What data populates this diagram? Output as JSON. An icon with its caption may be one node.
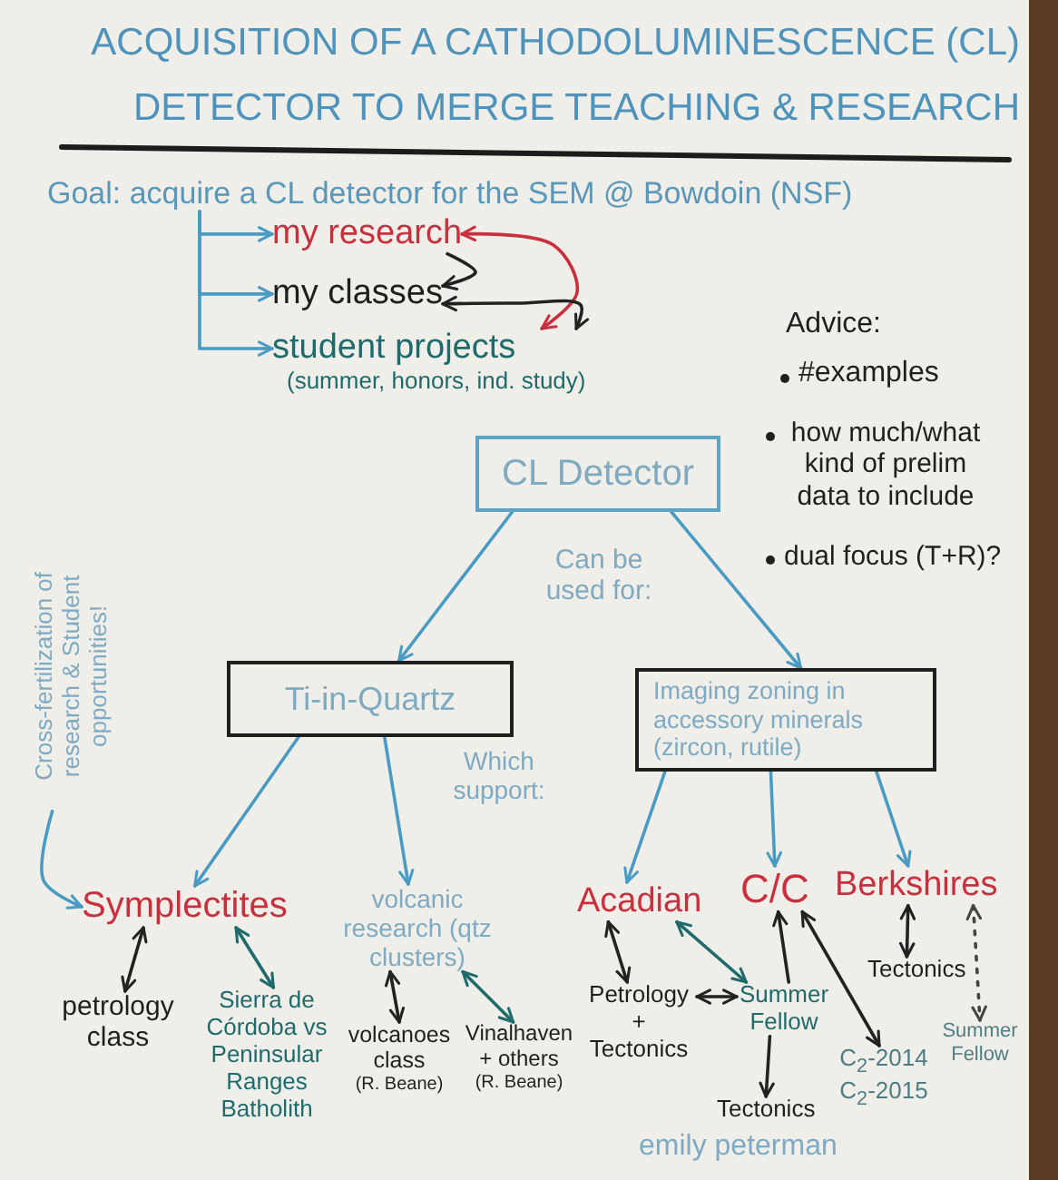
{
  "diagram": {
    "title": "ACQUISITION OF A CATHODOLUMINESCENCE (CL) DETECTOR TO MERGE TEACHING & RESEARCH",
    "nodes": [
      {
        "text": [
          "Goal: acquire a CL detector for the SEM @ Bowdoin (NSF)"
        ]
      },
      {
        "text": [
          "my research"
        ]
      },
      {
        "text": [
          "my classes"
        ]
      },
      {
        "text": [
          "student projects",
          "(summer, honors, ind. study)"
        ]
      },
      {
        "text": [
          "CL Detector"
        ]
      },
      {
        "text": [
          "Ti-in-Quartz"
        ]
      },
      {
        "text": [
          "Imaging zoning in accessory minerals (zircon, rutile)"
        ]
      },
      {
        "text": [
          "Symplectites"
        ]
      },
      {
        "text": [
          "volcanic research (qtz clusters)"
        ]
      },
      {
        "text": [
          "Acadian"
        ]
      },
      {
        "text": [
          "C/C"
        ]
      },
      {
        "text": [
          "Berkshires"
        ]
      },
      {
        "text": [
          "petrology class"
        ]
      },
      {
        "text": [
          "Sierra de Córdoba vs Peninsular Ranges Batholith"
        ]
      },
      {
        "text": [
          "volcanoes class",
          "(R. Beane)"
        ]
      },
      {
        "text": [
          "Vinalhaven + others",
          "(R. Beane)"
        ]
      },
      {
        "text": [
          "Petrology + Tectonics"
        ]
      },
      {
        "text": [
          "Summer Fellow"
        ]
      },
      {
        "text": [
          "Tectonics"
        ]
      },
      {
        "text": [
          "C$_{2}$-2014 C$_{2}$-2015"
        ]
      },
      {
        "text": [
          "Tectonics"
        ]
      },
      {
        "text": [
          "Summer Fellow"
        ]
      },
      {
        "text": [
          "Cross-fertilization of research & Student opportunities!"
        ]
      }
    ],
    "edges": [
      {
        "from": 0,
        "to": 1,
        "arrow": "to"
      },
      {
        "from": 0,
        "to": 2,
        "arrow": "to"
      },
      {
        "from": 0,
        "to": 3,
        "arrow": "to"
      },
      {
        "from": 3,
        "to": 1,
        "arrow": "both",
        "color": "#c9303e"
      },
      {
        "from": 1,
        "to": 2,
        "arrow": "to",
        "color": "#222222"
      },
      {
        "from": 2,
        "to": 3,
        "arrow": "both",
        "color": "#222222"
      },
      {
        "from": 4,
        "to": 5,
        "arrow": "to"
      },
      {
        "from": 4,
        "to": 6,
        "arrow": "to"
      },
      {
        "from": 5,
        "to": 7,
        "arrow": "to"
      },
      {
        "from": 5,
        "to": 8,
        "arrow": "to"
      },
      {
        "from": 6,
        "to": 9,
        "arrow": "to"
      },
      {
        "from": 6,
        "to": 10,
        "arrow": "to"
      },
      {
        "from": 6,
        "to": 11,
        "arrow": "to"
      },
      {
        "from": 7,
        "to": 12,
        "arrow": "both",
        "color": "#222222"
      },
      {
        "from": 7,
        "to": 13,
        "arrow": "both",
        "color": "#1f6b6c"
      },
      {
        "from": 8,
        "to": 14,
        "arrow": "both",
        "color": "#222222"
      },
      {
        "from": 8,
        "to": 15,
        "arrow": "both",
        "color": "#1f6b6c"
      },
      {
        "from": 9,
        "to": 16,
        "arrow": "both",
        "color": "#222222"
      },
      {
        "from": 9,
        "to": 17,
        "arrow": "both",
        "color": "#1f6b6c"
      },
      {
        "from": 16,
        "to": 17,
        "arrow": "both",
        "color": "#222222"
      },
      {
        "from": 17,
        "to": 10,
        "arrow": "to",
        "color": "#222222"
      },
      {
        "from": 17,
        "to": 18,
        "arrow": "to",
        "color": "#222222"
      },
      {
        "from": 10,
        "to": 19,
        "arrow": "both",
        "color": "#222222"
      },
      {
        "from": 11,
        "to": 20,
        "arrow": "both",
        "color": "#222222"
      },
      {
        "from": 11,
        "to": 21,
        "arrow": "both",
        "style": "dashed",
        "color": "#444444"
      },
      {
        "from": 22,
        "to": 7,
        "arrow": "to"
      }
    ],
    "labels": [
      "Advice:",
      "#examples",
      "how much/what kind of prelim data to include",
      "dual focus (T+R)?",
      "Can be used for:",
      "Which support:",
      "emily peterman"
    ]
  }
}
